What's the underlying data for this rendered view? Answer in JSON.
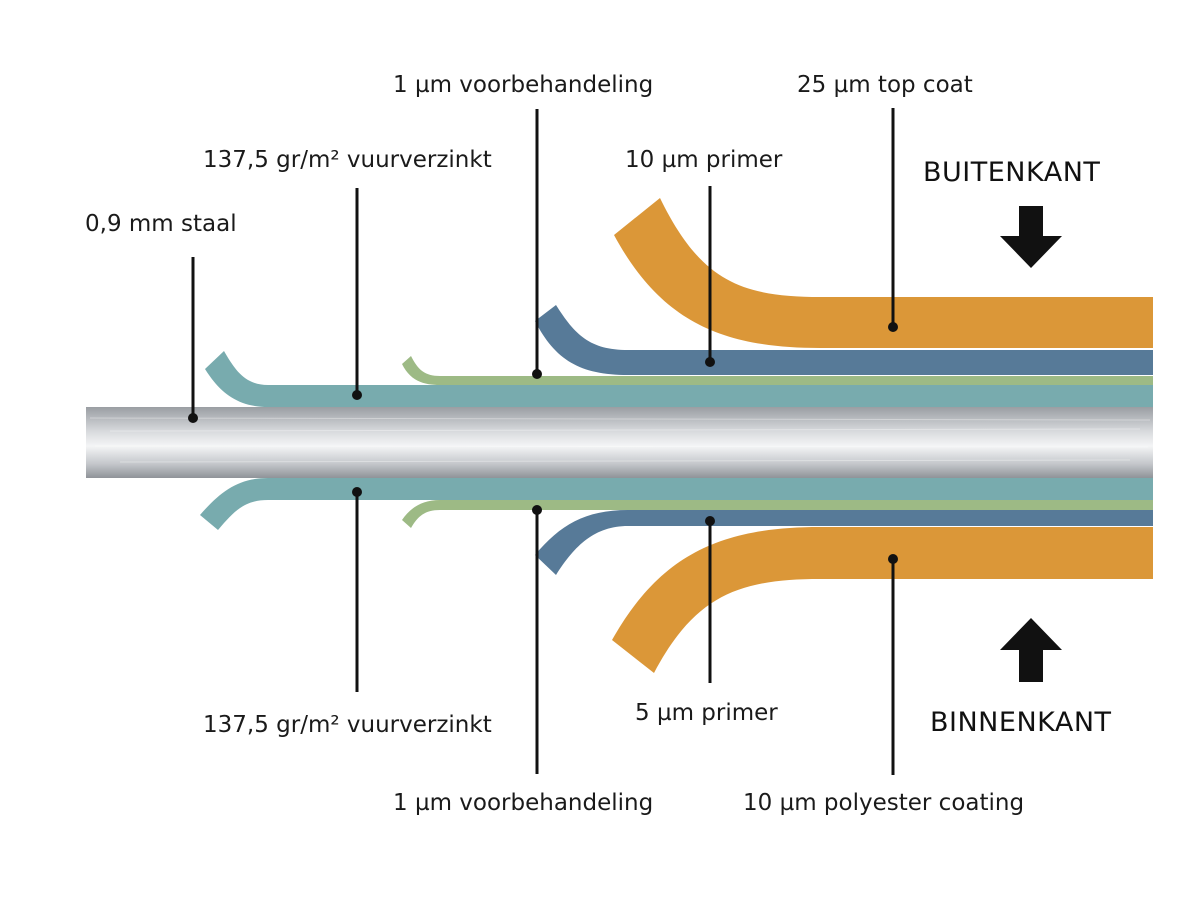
{
  "labels": {
    "steel": "0,9 mm staal",
    "zinc_top": "137,5 gr/m² vuurverzinkt",
    "pretreat_top": "1 µm voorbehandeling",
    "primer_top": "10 µm primer",
    "topcoat": "25 µm top coat",
    "outside": "BUITENKANT",
    "zinc_bottom": "137,5 gr/m² vuurverzinkt",
    "pretreat_bottom": "1 µm voorbehandeling",
    "primer_bottom": "5 µm primer",
    "polyester": "10 µm polyester coating",
    "inside": "BINNENKANT"
  },
  "colors": {
    "steel": "#c4c7cb",
    "zinc": "#78abae",
    "pretreatment": "#9dba85",
    "primer": "#577a98",
    "topcoat": "#db9738",
    "arrow": "#111111"
  }
}
